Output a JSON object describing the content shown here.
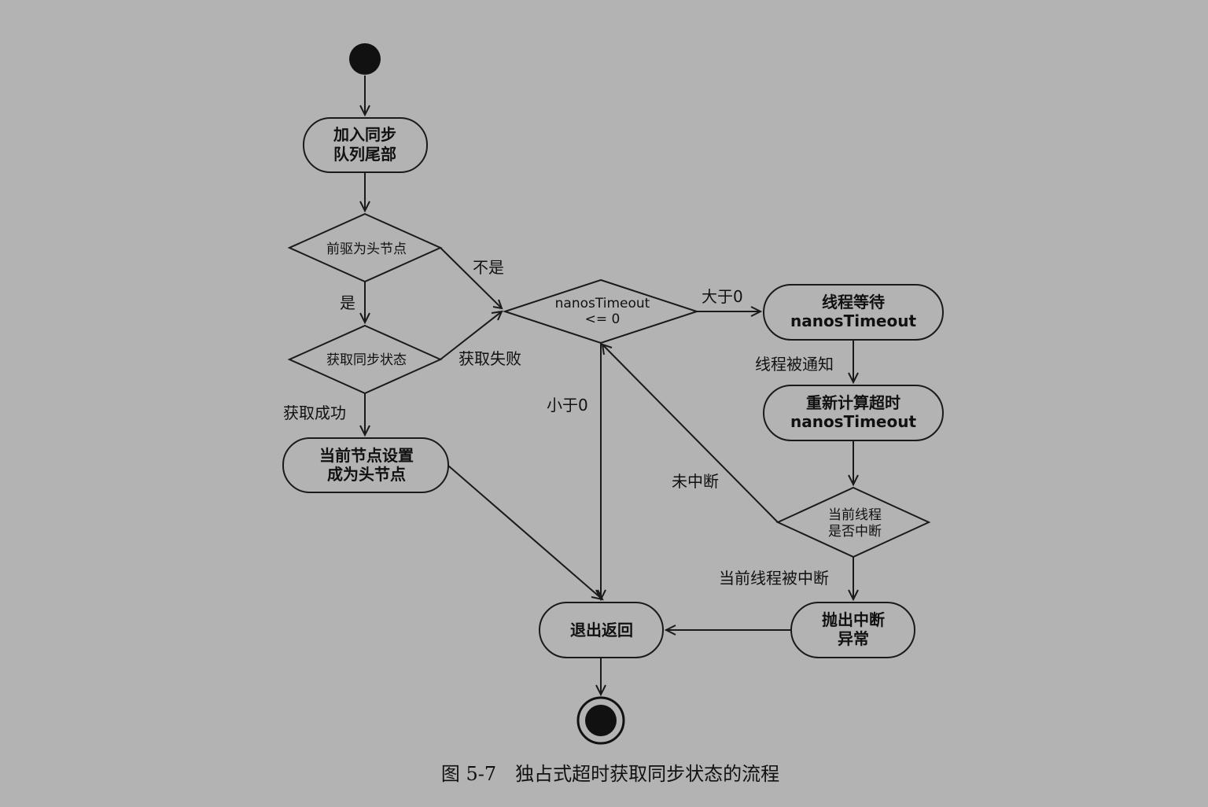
{
  "nodes": {
    "join_queue": [
      "加入同步",
      "队列尾部"
    ],
    "pred_is_head": [
      "前驱为头节点"
    ],
    "acquire_state": [
      "获取同步状态"
    ],
    "set_head": [
      "当前节点设置",
      "成为头节点"
    ],
    "timeout_check": [
      "nanosTimeout",
      "<= 0"
    ],
    "thread_wait": [
      "线程等待",
      "nanosTimeout"
    ],
    "recalc_timeout": [
      "重新计算超时",
      "nanosTimeout"
    ],
    "interrupt_check": [
      "当前线程",
      "是否中断"
    ],
    "throw_exception": [
      "抛出中断",
      "异常"
    ],
    "exit_return": [
      "退出返回"
    ]
  },
  "edges": {
    "not": "不是",
    "yes": "是",
    "acquire_fail": "获取失败",
    "acquire_success": "获取成功",
    "greater_than_zero": "大于0",
    "less_than_zero": "小于0",
    "thread_notified": "线程被通知",
    "not_interrupted": "未中断",
    "interrupted": "当前线程被中断"
  },
  "caption": "图 5-7　独占式超时获取同步状态的流程"
}
